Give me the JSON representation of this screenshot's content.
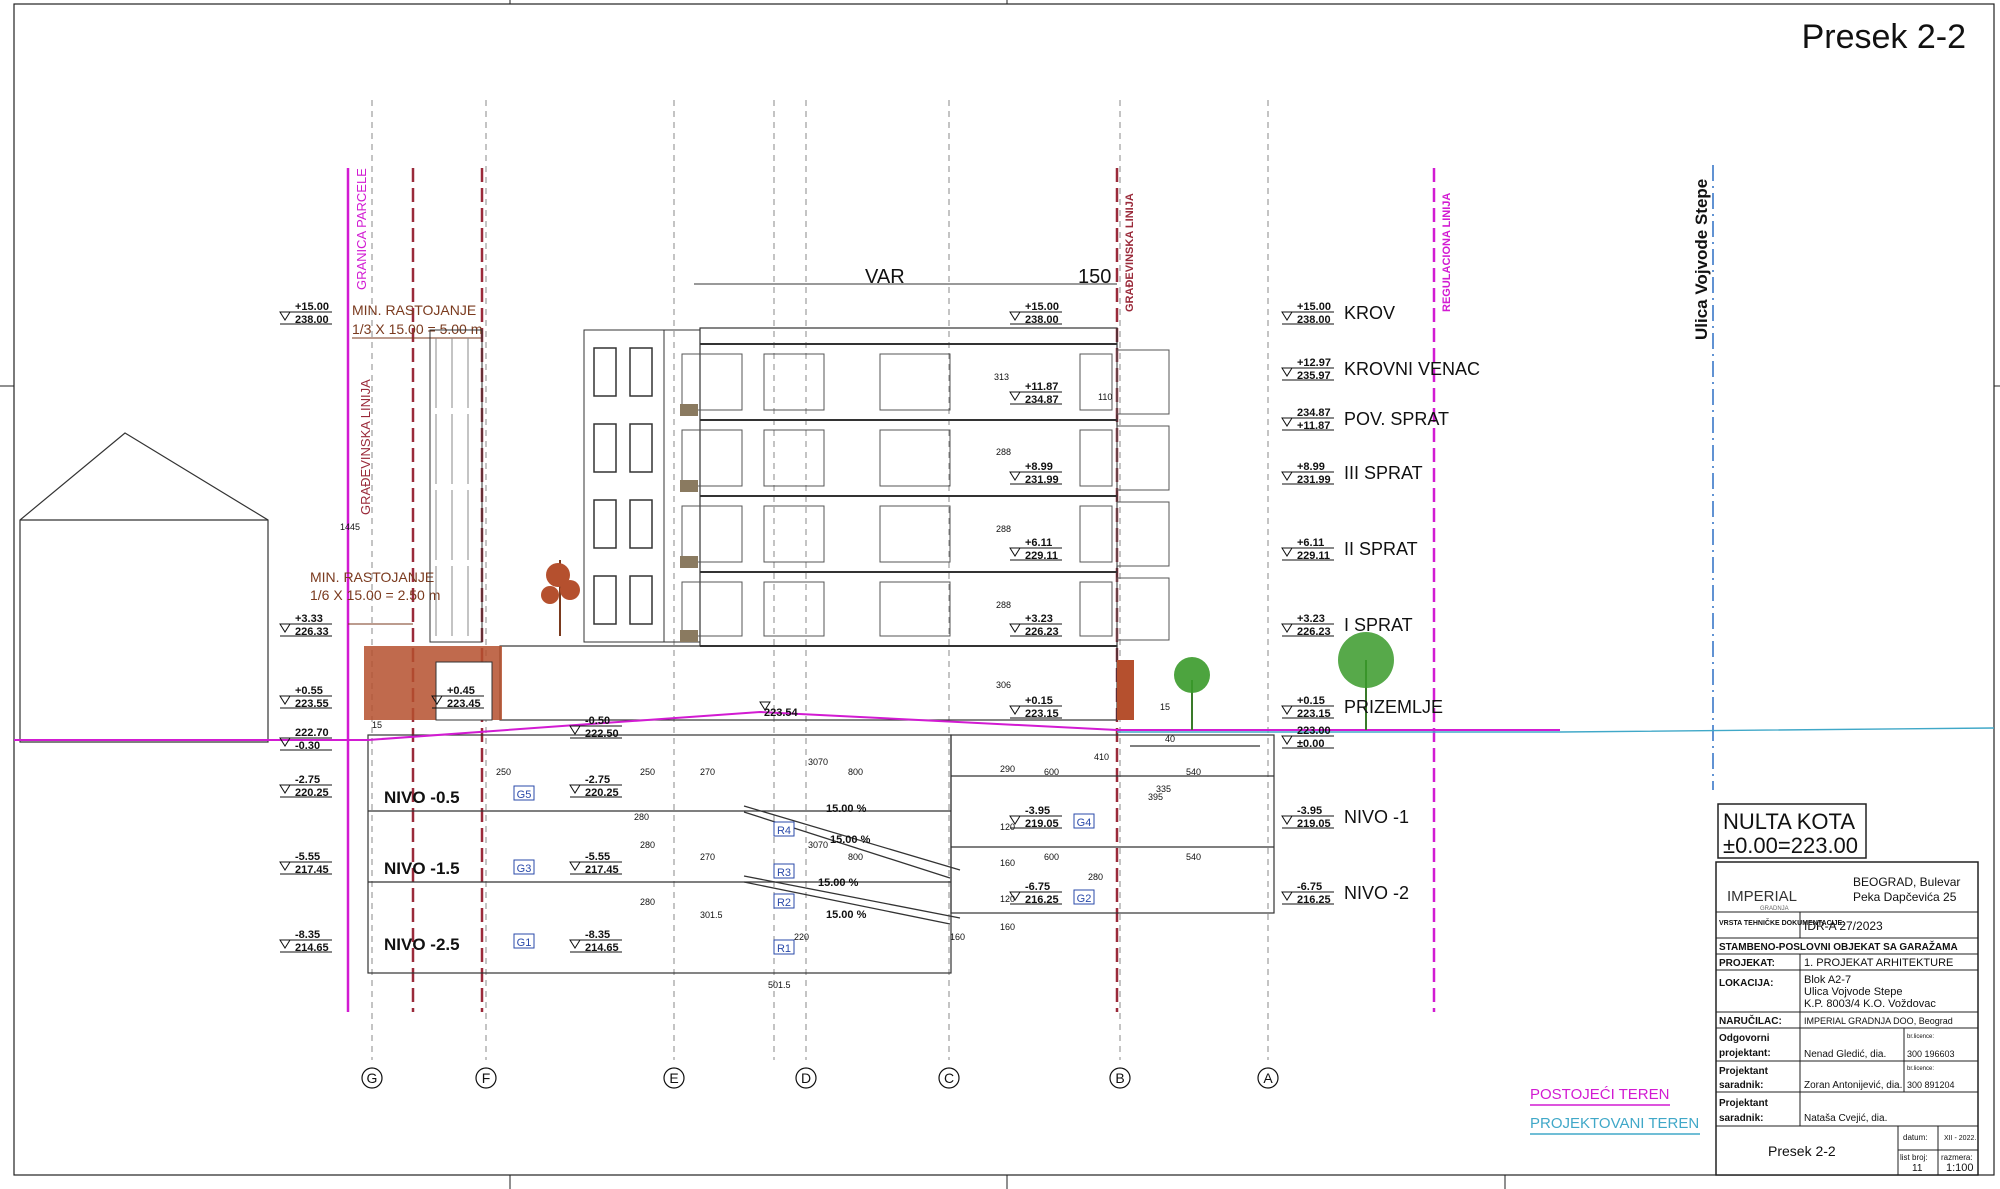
{
  "title": "Presek 2-2",
  "dimensions": {
    "var": "VAR",
    "d150": "150"
  },
  "axes": [
    "G",
    "F",
    "E",
    "D",
    "C",
    "B",
    "A"
  ],
  "vertical_lines": {
    "granica_parcele": "GRANICA PARCELE",
    "gradjevinska_linija_left": "GRAĐEVINSKA LINIJA",
    "gradjevinska_linija_right": "GRAĐEVINSKA LINIJA",
    "regulaciona_linija": "REGULACIONA LINIJA",
    "street": "Ulica Vojvode Stepe"
  },
  "notes": {
    "min_rast_1": "MIN. RASTOJANJE",
    "min_rast_1b": "1/3 X 15.00 = 5.00 m",
    "min_rast_2": "MIN. RASTOJANJE",
    "min_rast_2b": "1/6 X 15.00 = 2.50 m"
  },
  "floors_right": [
    {
      "a": "+15.00",
      "b": "238.00",
      "label": "KROV"
    },
    {
      "a": "+12.97",
      "b": "235.97",
      "label": "KROVNI VENAC"
    },
    {
      "a": "234.87",
      "b": "+11.87",
      "label": "POV. SPRAT"
    },
    {
      "a": "+8.99",
      "b": "231.99",
      "label": "III  SPRAT"
    },
    {
      "a": "+6.11",
      "b": "229.11",
      "label": "II SPRAT"
    },
    {
      "a": "+3.23",
      "b": "226.23",
      "label": "I  SPRAT"
    },
    {
      "a": "+0.15",
      "b": "223.15",
      "label": "PRIZEMLJE"
    },
    {
      "a": "-3.95",
      "b": "219.05",
      "label": "NIVO -1"
    },
    {
      "a": "-6.75",
      "b": "216.25",
      "label": "NIVO -2"
    }
  ],
  "ground_right": {
    "a": "223.00",
    "b": "±0.00"
  },
  "levels_left": [
    {
      "a": "+15.00",
      "b": "238.00"
    },
    {
      "a": "+3.33",
      "b": "226.33"
    },
    {
      "a": "+0.55",
      "b": "223.55"
    },
    {
      "a": "222.70",
      "b": "-0.30"
    },
    {
      "a": "-2.75",
      "b": "220.25"
    },
    {
      "a": "-5.55",
      "b": "217.45"
    },
    {
      "a": "-8.35",
      "b": "214.65"
    }
  ],
  "garage_levels": [
    "NIVO -0.5",
    "NIVO -1.5",
    "NIVO -2.5"
  ],
  "inner_levels": {
    "top_mid": {
      "a": "+15.00",
      "b": "238.00"
    },
    "f1187": {
      "a": "+11.87",
      "b": "234.87"
    },
    "f899": {
      "a": "+8.99",
      "b": "231.99"
    },
    "f611": {
      "a": "+6.11",
      "b": "229.11"
    },
    "f323": {
      "a": "+3.23",
      "b": "226.23"
    },
    "f015": {
      "a": "+0.15",
      "b": "223.15"
    },
    "g395": {
      "a": "-3.95",
      "b": "219.05"
    },
    "g675": {
      "a": "-6.75",
      "b": "216.25"
    },
    "g275": {
      "a": "-2.75",
      "b": "220.25"
    },
    "g555": {
      "a": "-5.55",
      "b": "217.45"
    },
    "g835": {
      "a": "-8.35",
      "b": "214.65"
    },
    "c045": {
      "a": "+0.45",
      "b": "223.45"
    },
    "c050": {
      "a": "-0.50",
      "b": "222.50"
    },
    "c2354": "223.54"
  },
  "tags": [
    "G5",
    "G3",
    "G1",
    "R4",
    "R3",
    "R2",
    "R1",
    "G4",
    "G2"
  ],
  "slopes": [
    "15.00 %",
    "15.00 %",
    "15.00 %",
    "15.00 %"
  ],
  "small_dims": [
    "270",
    "3070",
    "800",
    "270",
    "3070",
    "800",
    "301.5",
    "501.5",
    "600",
    "540",
    "600",
    "540",
    "313",
    "288",
    "288",
    "288",
    "306",
    "290",
    "280",
    "280",
    "250",
    "250",
    "280",
    "280",
    "120",
    "160",
    "120",
    "160",
    "395",
    "335",
    "410",
    "15",
    "40",
    "110",
    "1445",
    "220",
    "160",
    "15"
  ],
  "legend": {
    "postojeci": "POSTOJEĆI TEREN",
    "projektovani": "PROJEKTOVANI TEREN"
  },
  "colors": {
    "magenta": "#d21bd2",
    "maroon": "#9a2a3a",
    "brown": "#7a3a1e",
    "cyan": "#40a8c8",
    "green": "#3a9a2a",
    "terracotta": "#b5502e"
  },
  "nulta_kota": {
    "line1": "NULTA KOTA",
    "line2": "±0.00=223.00"
  },
  "title_block": {
    "logo": "IMPERIAL",
    "logo_sub": "GRADNJA",
    "city": "BEOGRAD, Bulevar",
    "street": "Peka Dapčevića 25",
    "vrsta_label": "VRSTA TEHNIČKE DOKUMENTACIJE:",
    "vrsta_value": "IDR-A 27/2023",
    "objekat": "STAMBENO-POSLOVNI OBJEKAT SA GARAŽAMA",
    "projekat_label": "PROJEKAT:",
    "projekat_value": "1. PROJEKAT ARHITEKTURE",
    "lokacija_label": "LOKACIJA:",
    "lokacija_1": "Blok A2-7",
    "lokacija_2": "Ulica Vojvode Stepe",
    "lokacija_3": "K.P. 8003/4        K.O. Voždovac",
    "narucilac_label": "NARUČILAC:",
    "narucilac_value": "IMPERIAL GRADNJA DOO, Beograd",
    "odgovorni_label1": "Odgovorni",
    "odgovorni_label2": "projektant:",
    "odgovorni_value": "Nenad Gledić, dia.",
    "odgovorni_lic": "300 196603",
    "saradnik1_label1": "Projektant",
    "saradnik1_label2": "saradnik:",
    "saradnik1_value": "Zoran Antonijević, dia.",
    "saradnik1_lic": "300 891204",
    "saradnik2_label1": "Projektant",
    "saradnik2_label2": "saradnik:",
    "saradnik2_value": "Nataša Cvejić, dia.",
    "lic_label": "br.licence:",
    "sheet_name": "Presek 2-2",
    "datum_label": "datum:",
    "datum_value": "XII - 2022.",
    "list_label": "list broj:",
    "list_value": "11",
    "razmera_label": "razmera:",
    "razmera_value": "1:100"
  }
}
